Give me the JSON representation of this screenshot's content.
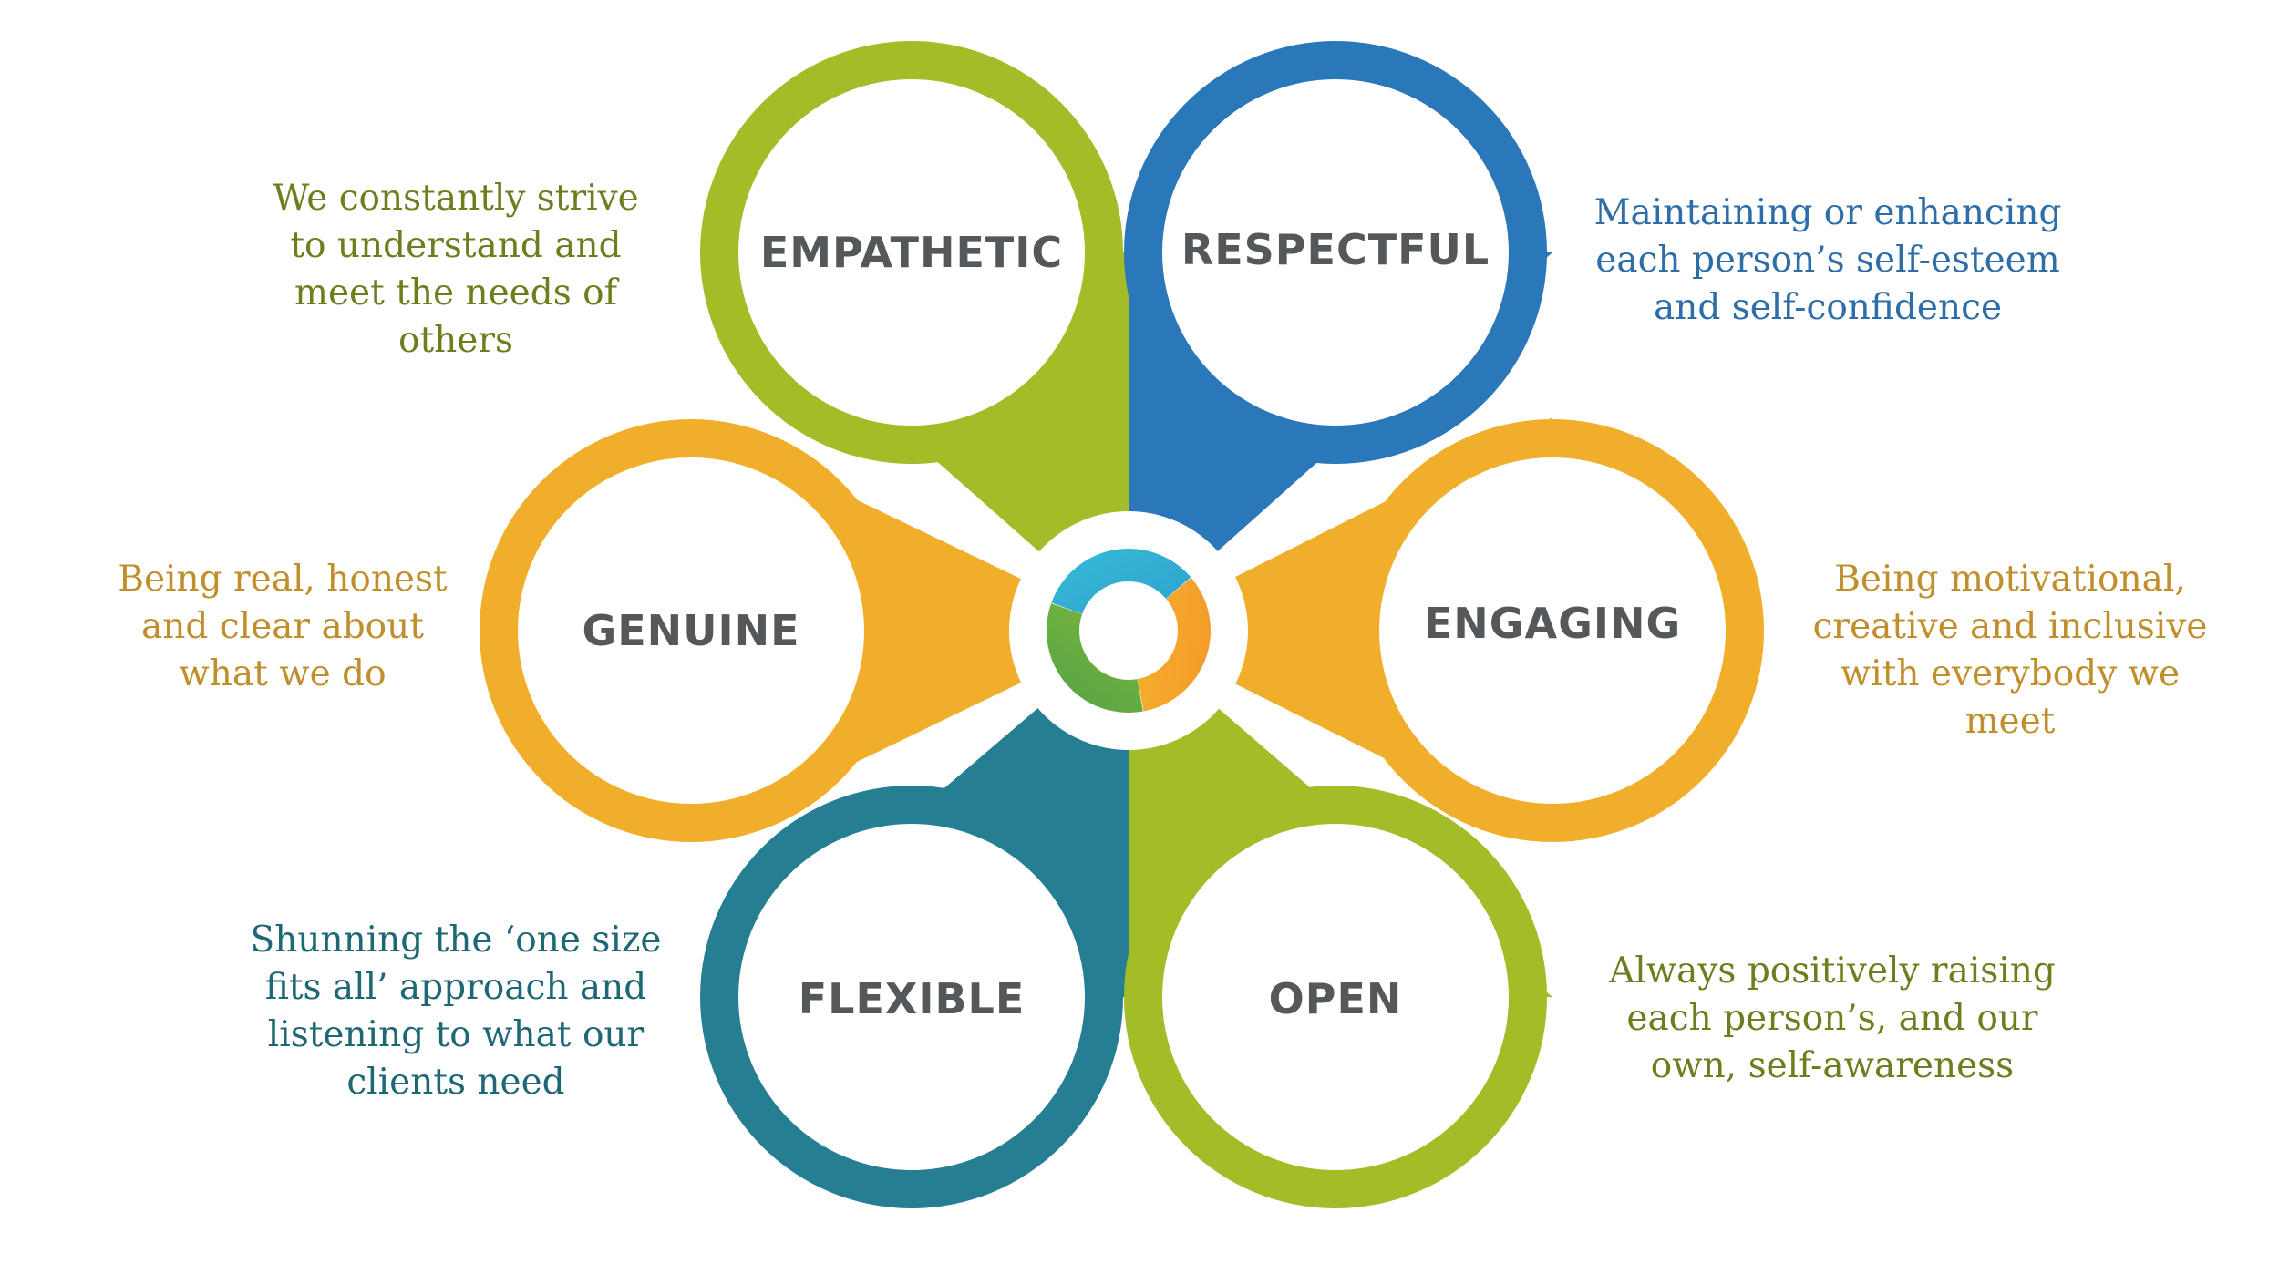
{
  "colors": {
    "green": "#a2bd27",
    "blue": "#2a77b9",
    "orange": "#f0ae2a",
    "teal": "#257e91",
    "label_gray": "#54585a",
    "text_green": "#6b7f1f",
    "text_blue": "#2e6ea8",
    "text_orange": "#c08f2c",
    "text_teal": "#1e6775"
  },
  "petals": {
    "empathetic": {
      "label": "EMPATHETIC",
      "description": [
        "We constantly strive",
        "to understand and",
        "meet the needs of",
        "others"
      ]
    },
    "respectful": {
      "label": "RESPECTFUL",
      "description": [
        "Maintaining or enhancing",
        "each person’s self-esteem",
        "and self-confidence"
      ]
    },
    "genuine": {
      "label": "GENUINE",
      "description": [
        "Being real, honest",
        "and clear about",
        "what we do"
      ]
    },
    "engaging": {
      "label": "ENGAGING",
      "description": [
        "Being motivational,",
        "creative and inclusive",
        "with everybody we",
        "meet"
      ]
    },
    "flexible": {
      "label": "FLEXIBLE",
      "description": [
        "Shunning the ‘one size",
        "fits all’ approach and",
        "listening to what our",
        "clients need"
      ]
    },
    "open": {
      "label": "OPEN",
      "description": [
        "Always positively raising",
        "each person’s, and our",
        "own, self-awareness"
      ]
    }
  }
}
